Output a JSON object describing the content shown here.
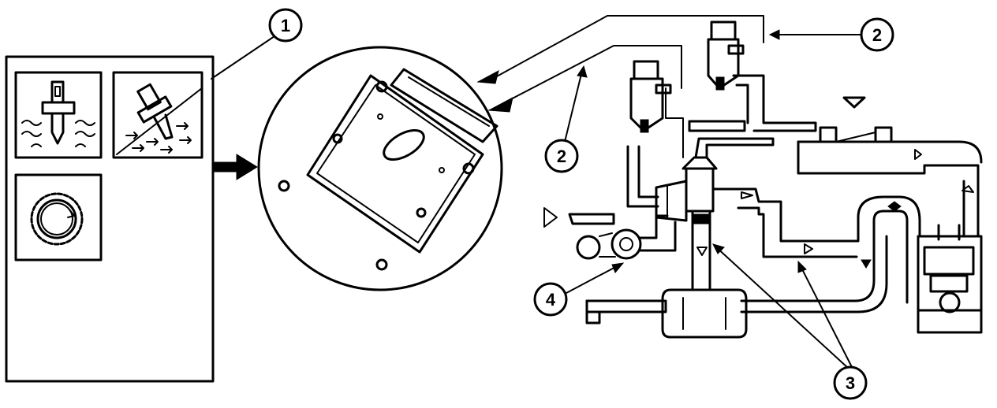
{
  "callouts": [
    {
      "id": "callout-1",
      "label": "1"
    },
    {
      "id": "callout-2-top",
      "label": "2"
    },
    {
      "id": "callout-2-mid",
      "label": "2"
    },
    {
      "id": "callout-3",
      "label": "3"
    },
    {
      "id": "callout-4",
      "label": "4"
    }
  ],
  "colors": {
    "ink": "#000000",
    "background": "#ffffff"
  }
}
